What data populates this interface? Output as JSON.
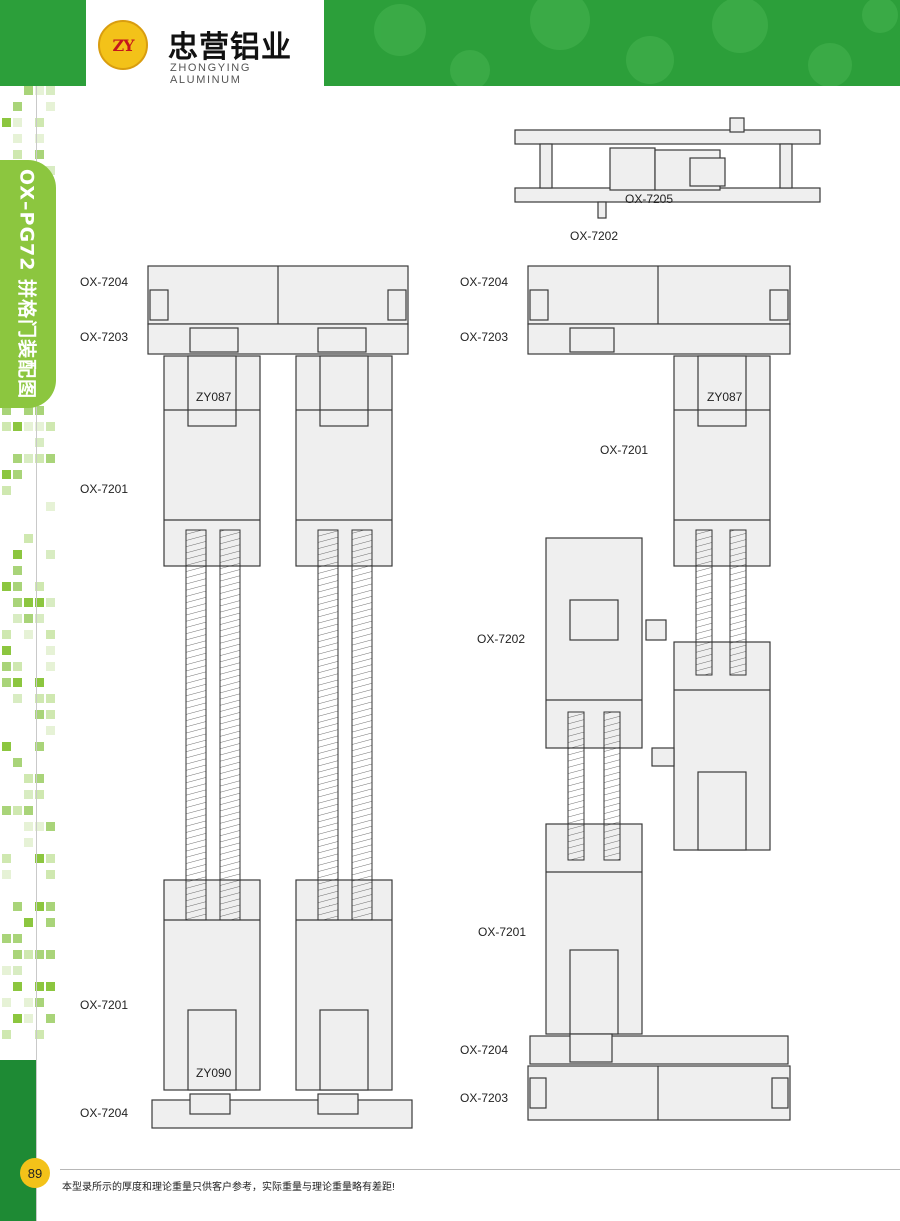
{
  "header": {
    "logo_text": "ZY",
    "brand_cn": "忠营铝业",
    "brand_en": "ZHONGYING ALUMINUM"
  },
  "side_tab": {
    "title": "OX–PG72 拼格门装配图"
  },
  "labels": {
    "l_ox7204_top": "OX-7204",
    "l_ox7203_top": "OX-7203",
    "l_zy087_left": "ZY087",
    "l_ox7201_left_top": "OX-7201",
    "l_ox7201_left_bottom": "OX-7201",
    "l_zy090": "ZY090",
    "l_ox7204_left_bottom": "OX-7204",
    "l_ox7205": "OX-7205",
    "l_ox7202_top": "OX-7202",
    "l_ox7204_right_top": "OX-7204",
    "l_ox7203_right_top": "OX-7203",
    "l_zy087_right": "ZY087",
    "l_ox7201_right_top": "OX-7201",
    "l_ox7202_right": "OX-7202",
    "l_ox7201_right_bottom": "OX-7201",
    "l_ox7204_right_bottom": "OX-7204",
    "l_ox7203_right_bottom": "OX-7203"
  },
  "footer": {
    "page_number": "89",
    "disclaimer": "本型录所示的厚度和理论重量只供客户参考，实际重量与理论重量略有差距!"
  },
  "colors": {
    "header_green": "#2c9f3a",
    "tab_green": "#8cc63f",
    "badge_yellow": "#f3c219",
    "profile_fill": "#efefef",
    "profile_stroke": "#3a3a3a"
  }
}
